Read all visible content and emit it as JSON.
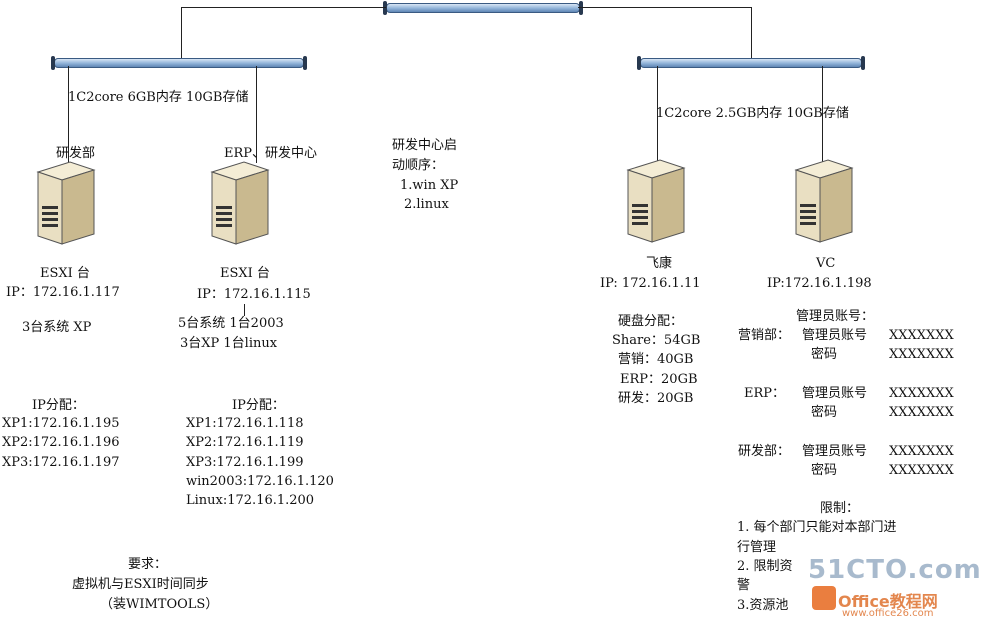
{
  "left": {
    "spec": "1C2core 6GB内存 10GB存储",
    "host1": {
      "title": "研发部",
      "name": "ESXI 台",
      "ip": "IP：172.16.1.117",
      "systems": "3台系统   XP",
      "ip_title": "IP分配：",
      "ips": [
        "XP1:172.16.1.195",
        "XP2:172.16.1.196",
        "XP3:172.16.1.197"
      ]
    },
    "host2": {
      "title": "ERP、研发中心",
      "name": "ESXI 台",
      "ip": "IP：172.16.1.115",
      "systems_1": "5台系统   1台2003",
      "systems_2": "3台XP   1台linux",
      "ip_title": "IP分配：",
      "ips": [
        "XP1:172.16.1.118",
        "XP2:172.16.1.119",
        "XP3:172.16.1.199",
        "win2003:172.16.1.120",
        "Linux:172.16.1.200"
      ]
    }
  },
  "center_note": [
    "研发中心启",
    "动顺序：",
    "1.win XP",
    "2.linux"
  ],
  "requirement": [
    "要求：",
    "虚拟机与ESXI时间同步",
    "（装WIMTOOLS）"
  ],
  "right": {
    "spec": "1C2core 2.5GB内存 10GB存储",
    "host1": {
      "name": "飞康",
      "ip": "IP: 172.16.1.11",
      "disk_title": "硬盘分配：",
      "disk": [
        "Share：54GB",
        "营销：40GB",
        "ERP：20GB",
        "研发：20GB"
      ]
    },
    "host2": {
      "name": "VC",
      "ip": "IP:172.16.1.198",
      "admin_title": "管理员账号：",
      "groups": [
        {
          "dept": "营销部：",
          "account_label": "管理员账号",
          "account": "XXXXXXX",
          "password_label": "密码",
          "password": "XXXXXXX"
        },
        {
          "dept": "ERP：",
          "account_label": "管理员账号",
          "account": "XXXXXXX",
          "password_label": "密码",
          "password": "XXXXXXX"
        },
        {
          "dept": "研发部：",
          "account_label": "管理员账号",
          "account": "XXXXXXX",
          "password_label": "密码",
          "password": "XXXXXXX"
        }
      ],
      "limits_title": "限制：",
      "limits": [
        "1. 每个部门只能对本部门进",
        "行管理",
        "2. 限制资",
        "警",
        "3.资源池"
      ]
    }
  },
  "watermark": {
    "site": "51CTO.com",
    "brand": "Office教程网",
    "url": "www.office26.com"
  },
  "colors": {
    "bus": "#8fb2d8",
    "server_body": "#e9dfc2",
    "watermark": "#e0793a"
  }
}
